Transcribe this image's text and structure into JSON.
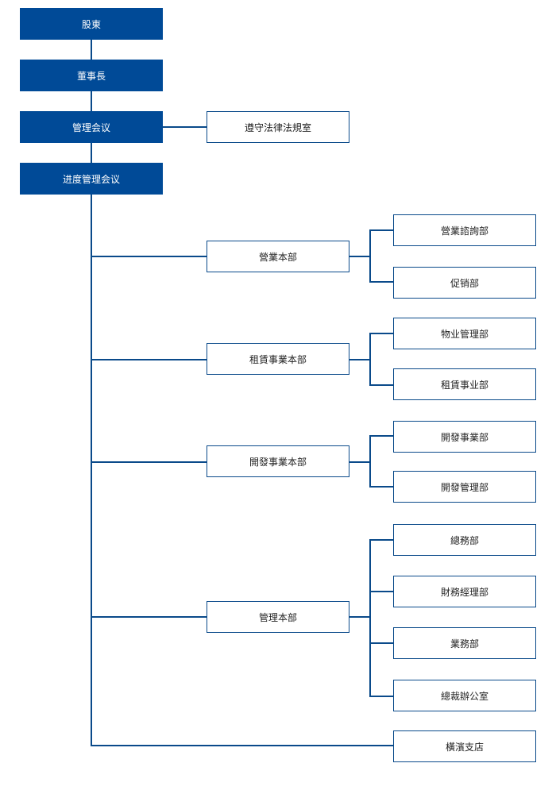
{
  "colors": {
    "primary": "#004a97",
    "line": "#0a4a8a",
    "box_bg": "#ffffff",
    "text_dark": "#222222"
  },
  "main_chain": {
    "shareholders": "股東",
    "board_chairman": "董事長",
    "management_meeting": "管理会议",
    "progress_meeting": "进度管理会议"
  },
  "compliance": {
    "label": "遵守法律法規室"
  },
  "divisions": {
    "sales": {
      "label": "營業本部",
      "departments": [
        "營業諮詢部",
        "促销部"
      ]
    },
    "leasing": {
      "label": "租賃事業本部",
      "departments": [
        "物业管理部",
        "租賃事业部"
      ]
    },
    "development": {
      "label": "開發事業本部",
      "departments": [
        "開發事業部",
        "開發管理部"
      ]
    },
    "administration": {
      "label": "管理本部",
      "departments": [
        "總務部",
        "財務經理部",
        "業務部",
        "總裁辦公室"
      ]
    }
  },
  "branch": {
    "label": "橫濱支店"
  }
}
